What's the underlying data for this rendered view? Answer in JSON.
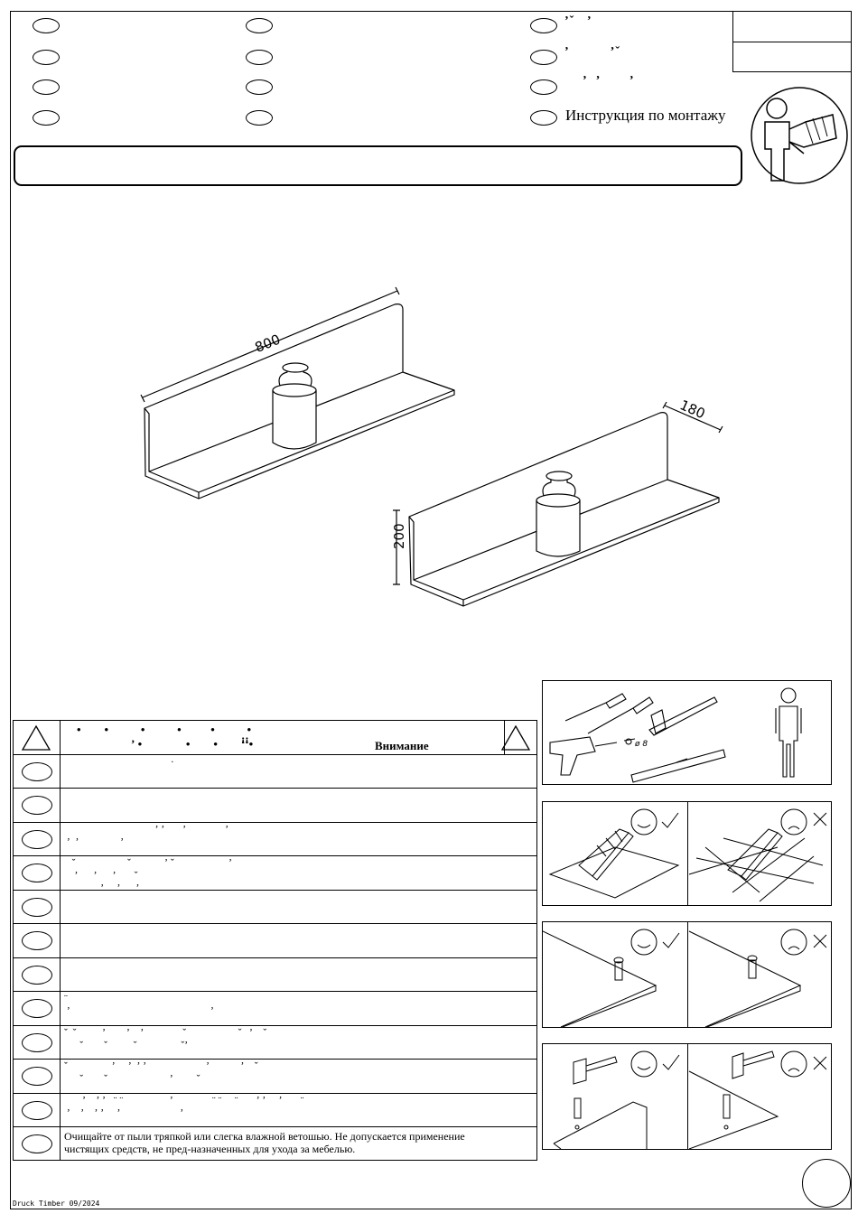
{
  "header": {
    "language_rows": [
      {
        "col": 1,
        "text": ""
      },
      {
        "col": 2,
        "text": ""
      },
      {
        "col": 3,
        "text": "ʼˇ   ʼ"
      },
      {
        "col": 1,
        "text": ""
      },
      {
        "col": 2,
        "text": ""
      },
      {
        "col": 3,
        "text": "ʼ          ʼˇ"
      },
      {
        "col": 1,
        "text": ""
      },
      {
        "col": 2,
        "text": ""
      },
      {
        "col": 3,
        "text": "ʼ  ʼ       ʼ"
      },
      {
        "col": 1,
        "text": ""
      },
      {
        "col": 2,
        "text": ""
      },
      {
        "col": 3,
        "text": "Инструкция по монтажу"
      }
    ],
    "instruction_title": "Инструкция по монтажу"
  },
  "dimensions": {
    "length": "800",
    "depth": "180",
    "height": "200"
  },
  "warnings": {
    "header_title": "Внимание",
    "header_marks_line1": "•        •           •           •          •           •",
    "header_marks_line2": "ʼ •               •        •        ꜞꜞ•",
    "rows": [
      {
        "text": "                                         ·"
      },
      {
        "text": ""
      },
      {
        "text": "                                   ʼ ʼ       ʼ               ʼ\n ʼ  ʼ                ʼ"
      },
      {
        "text": "   ˇ                    ˇ             ʼ ˇ                     ʼ\n    ʼ      ʼ      ʼ       ˇ\n              ʼ     ʼ      ʼ"
      },
      {
        "text": ""
      },
      {
        "text": ""
      },
      {
        "text": ""
      },
      {
        "text": "¨\n ʼ                                                      ʼ"
      },
      {
        "text": "ˇ  ˇ          ʼ        ʼ    ʼ               ˇ                    ˇ   ʼ    ˇ\n      ˇ        ˇ          ˇ                 ˇʼ"
      },
      {
        "text": "ˇ                 ʼ     ʼ  ʼ ʼ                       ʼ            ʼ    ˇ\n      ˇ        ˇ                        ʼ         ˇ"
      },
      {
        "text": "       ʼ    ʼ ʼ   ¨ ¨                  ʼ               ¨ ¨     ¨       ʼ ʼ     ʼ       ¨\n ʼ    ʼ    ʼ ʼ     ʼ                       ʼ"
      },
      {
        "text": "Очищайте от пыли тряпкой или слегка влажной ветошью. Не допускается применение\nчистящих средств, не пред-назначенных для ухода за мебелью."
      }
    ]
  },
  "footer": {
    "print_code": "Druck Timber 09/2024"
  }
}
